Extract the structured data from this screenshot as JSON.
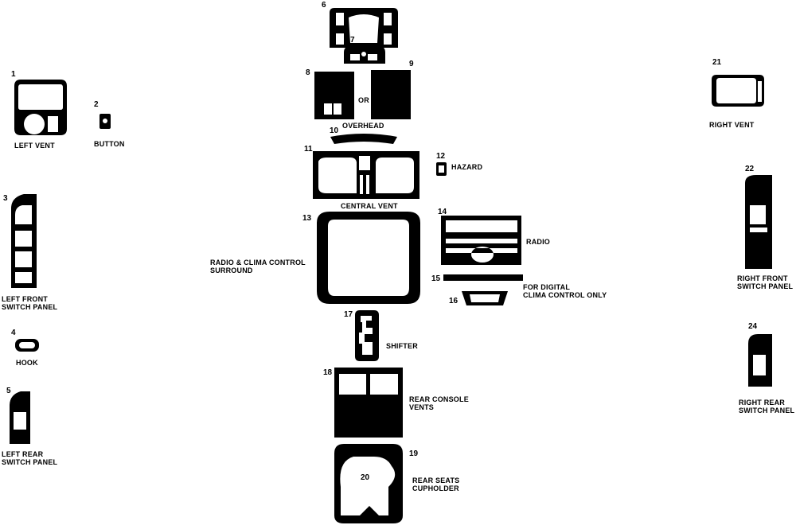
{
  "colors": {
    "piece": "#000000",
    "cutout": "#ffffff",
    "background": "#ffffff"
  },
  "parts": [
    {
      "id": "1",
      "number": "1",
      "label": [
        "LEFT VENT"
      ]
    },
    {
      "id": "2",
      "number": "2",
      "label": [
        "BUTTON"
      ]
    },
    {
      "id": "3",
      "number": "3",
      "label": [
        "LEFT FRONT",
        "SWITCH PANEL"
      ]
    },
    {
      "id": "4",
      "number": "4",
      "label": [
        "HOOK"
      ]
    },
    {
      "id": "5",
      "number": "5",
      "label": [
        "LEFT REAR",
        "SWITCH PANEL"
      ]
    },
    {
      "id": "6",
      "number": "6",
      "label": []
    },
    {
      "id": "7",
      "number": "7",
      "label": []
    },
    {
      "id": "8",
      "number": "8",
      "label": [
        "OVERHEAD"
      ]
    },
    {
      "id": "9",
      "number": "9",
      "label": []
    },
    {
      "id": "10",
      "number": "10",
      "label": []
    },
    {
      "id": "11",
      "number": "11",
      "label": [
        "CENTRAL VENT"
      ]
    },
    {
      "id": "12",
      "number": "12",
      "label": [
        "HAZARD"
      ]
    },
    {
      "id": "13",
      "number": "13",
      "label": [
        "RADIO & CLIMA CONTROL",
        "SURROUND"
      ]
    },
    {
      "id": "14",
      "number": "14",
      "label": [
        "RADIO"
      ]
    },
    {
      "id": "15",
      "number": "15",
      "label": [
        "FOR DIGITAL",
        "CLIMA CONTROL ONLY"
      ]
    },
    {
      "id": "16",
      "number": "16",
      "label": []
    },
    {
      "id": "17",
      "number": "17",
      "label": [
        "SHIFTER"
      ]
    },
    {
      "id": "18",
      "number": "18",
      "label": [
        "REAR CONSOLE",
        "VENTS"
      ]
    },
    {
      "id": "19",
      "number": "19",
      "label": [
        "REAR SEATS",
        "CUPHOLDER"
      ]
    },
    {
      "id": "20",
      "number": "20",
      "label": []
    },
    {
      "id": "21",
      "number": "21",
      "label": [
        "RIGHT VENT"
      ]
    },
    {
      "id": "22",
      "number": "22",
      "label": [
        "RIGHT FRONT",
        "SWITCH PANEL"
      ]
    },
    {
      "id": "24",
      "number": "24",
      "label": [
        "RIGHT REAR",
        "SWITCH PANEL"
      ]
    }
  ],
  "or_text": "OR"
}
